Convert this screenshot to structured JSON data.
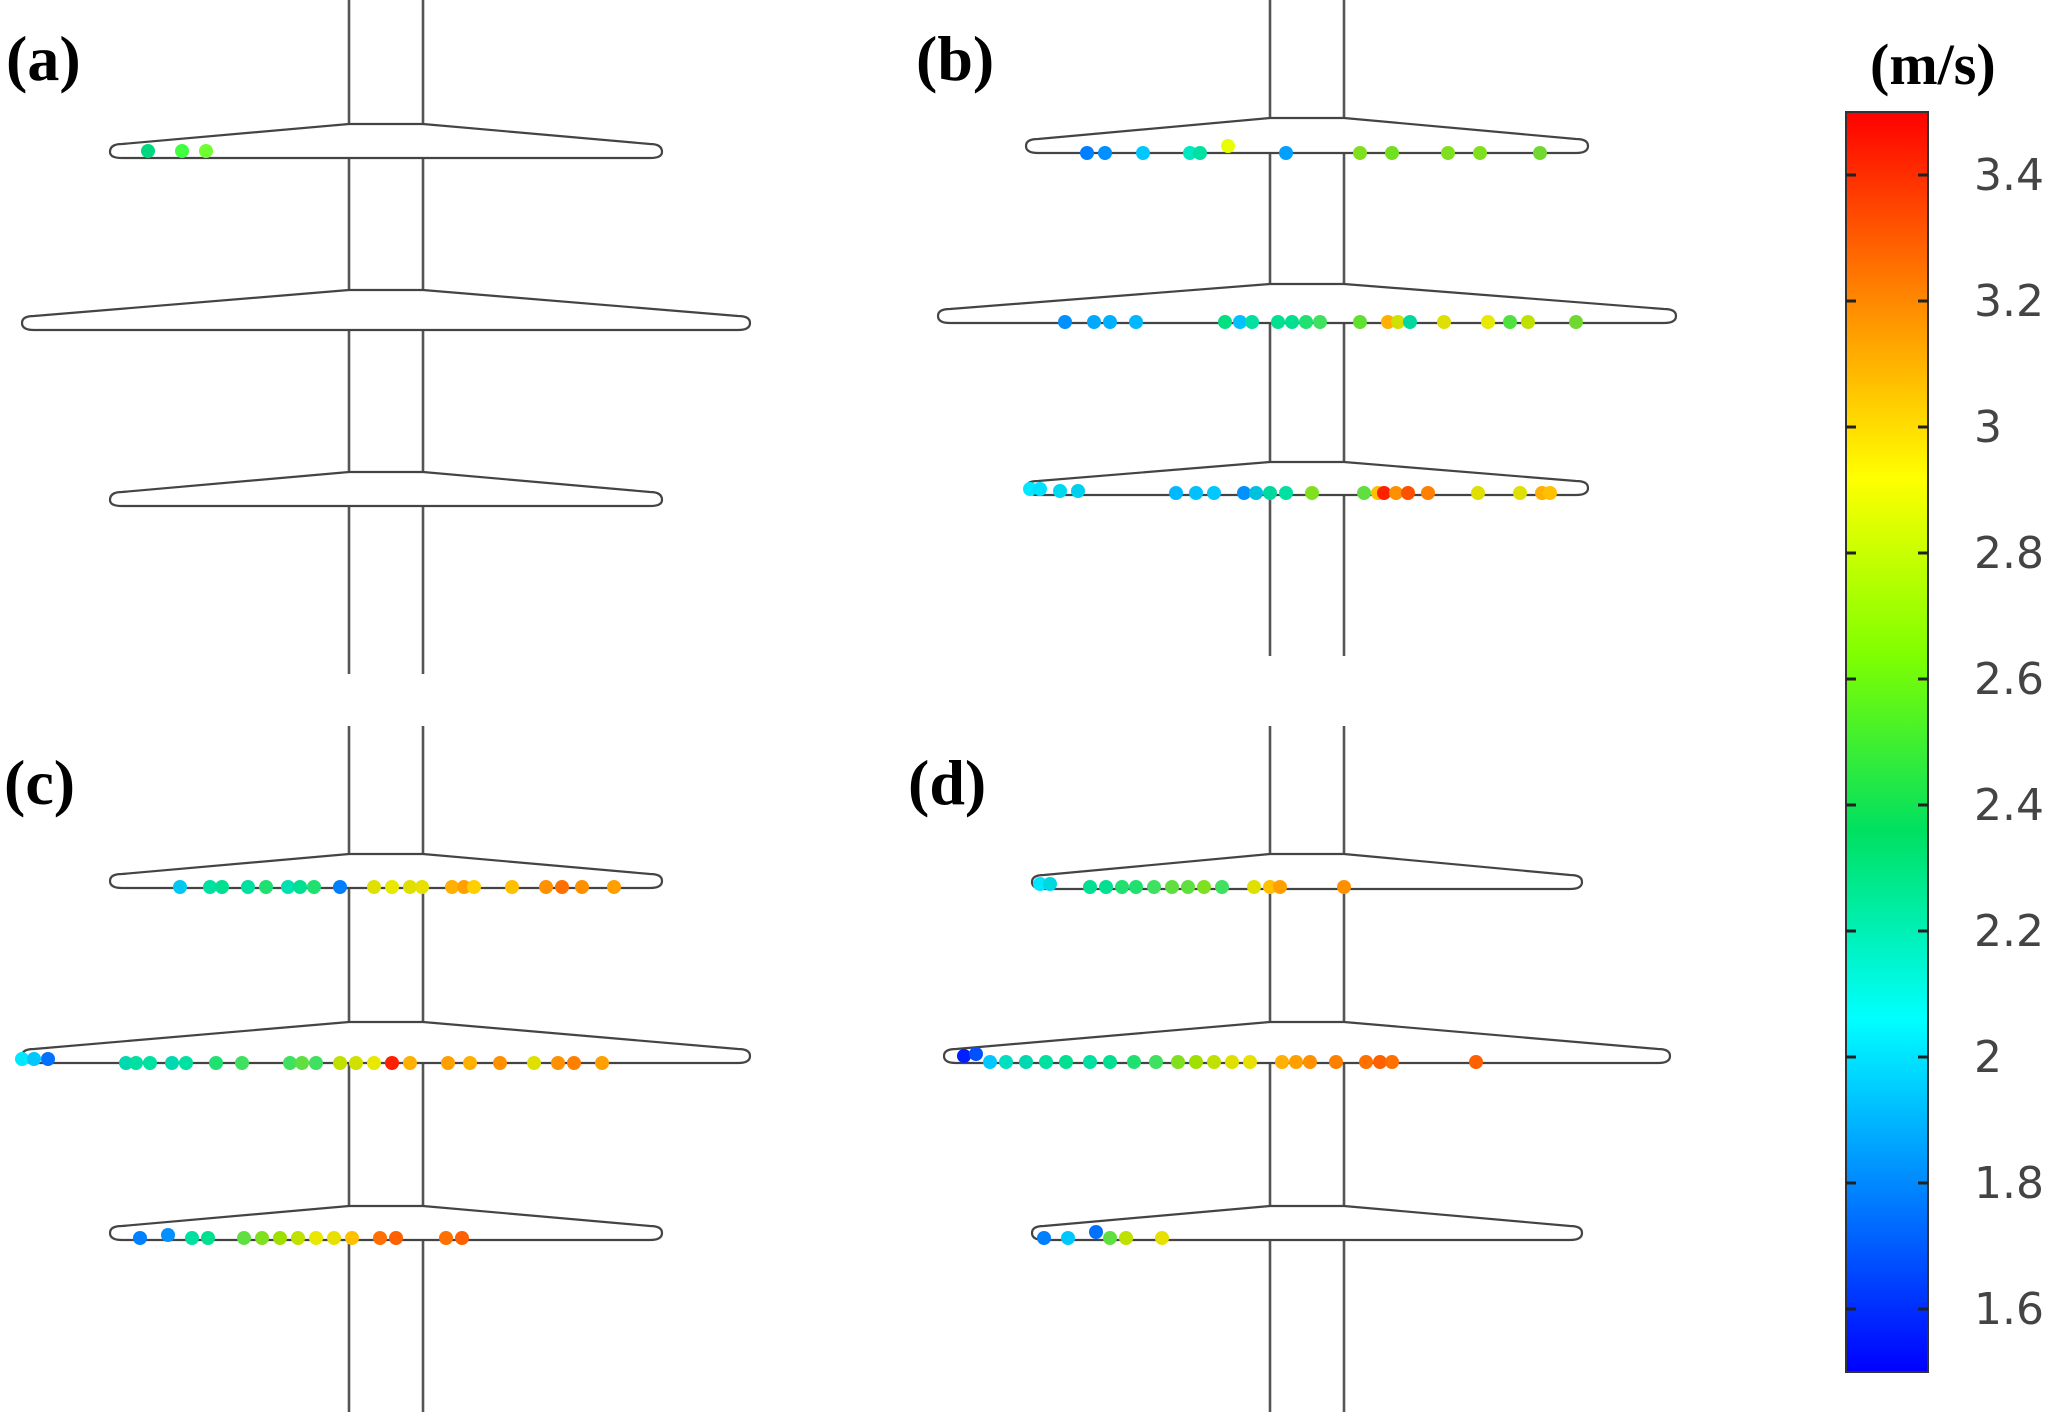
{
  "figure": {
    "panel_labels": [
      "(a)",
      "(b)",
      "(c)",
      "(d)"
    ],
    "colorbar": {
      "unit": "(m/s)",
      "min": 1.5,
      "max": 3.5,
      "ticks": [
        {
          "value": 3.4,
          "label": "3.4"
        },
        {
          "value": 3.2,
          "label": "3.2"
        },
        {
          "value": 3.0,
          "label": "3"
        },
        {
          "value": 2.8,
          "label": "2.8"
        },
        {
          "value": 2.6,
          "label": "2.6"
        },
        {
          "value": 2.4,
          "label": "2.4"
        },
        {
          "value": 2.2,
          "label": "2.2"
        },
        {
          "value": 2.0,
          "label": "2"
        },
        {
          "value": 1.8,
          "label": "1.8"
        },
        {
          "value": 1.6,
          "label": "1.6"
        }
      ],
      "colormap": [
        "#0000ff",
        "#0080ff",
        "#00ffff",
        "#00e060",
        "#80ff00",
        "#ffff00",
        "#ff8000",
        "#ff0000"
      ]
    }
  }
}
